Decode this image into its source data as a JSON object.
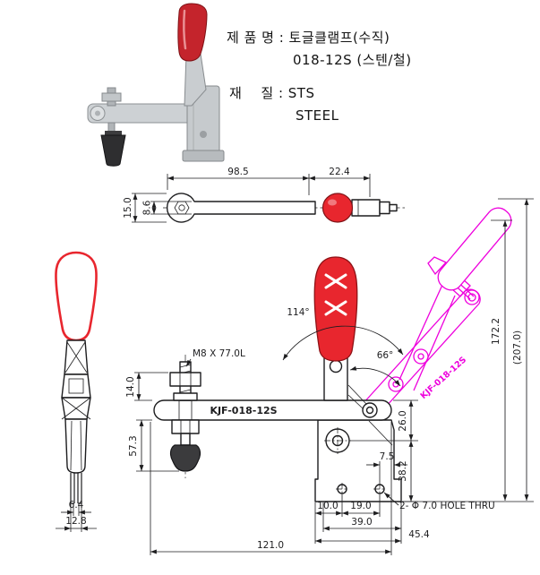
{
  "info": {
    "product_line1": "제 품 명 : 토글클램프(수직)",
    "product_line2": "018-12S (스텐/철)",
    "material_line1": "재    질 : STS",
    "material_line2": "STEEL"
  },
  "top_view": {
    "dim_length_main": "98.5",
    "dim_length_end": "22.4",
    "dim_height_outer": "15.0",
    "dim_height_bar": "8.6"
  },
  "side_view": {
    "dim_prong_inner": "6.4",
    "dim_prong_outer": "12.8"
  },
  "front_view": {
    "bolt_spec": "M8 X 77.0L",
    "part_number": "KJF-018-12S",
    "ghost_part_number": "KJF-018-12S",
    "angle_handle": "114°",
    "angle_arm": "66°",
    "dim_height_open": "172.2",
    "dim_height_total": "(207.0)",
    "dim_nut": "14.0",
    "dim_spindle": "57.3",
    "dim_pivot_top": "26.0",
    "dim_pivot_base": "38.2",
    "dim_hole_edge": "7.5",
    "dim_hole_a": "10.0",
    "dim_hole_b": "19.0",
    "dim_base_holes": "39.0",
    "dim_base_width": "45.4",
    "dim_arm_length": "121.0",
    "holes_note": "2- Φ 7.0 HOLE THRU"
  },
  "colors": {
    "line_ink": "#1d1d1f",
    "handle_red": "#e8262e",
    "ghost_magenta": "#ee00dd"
  }
}
